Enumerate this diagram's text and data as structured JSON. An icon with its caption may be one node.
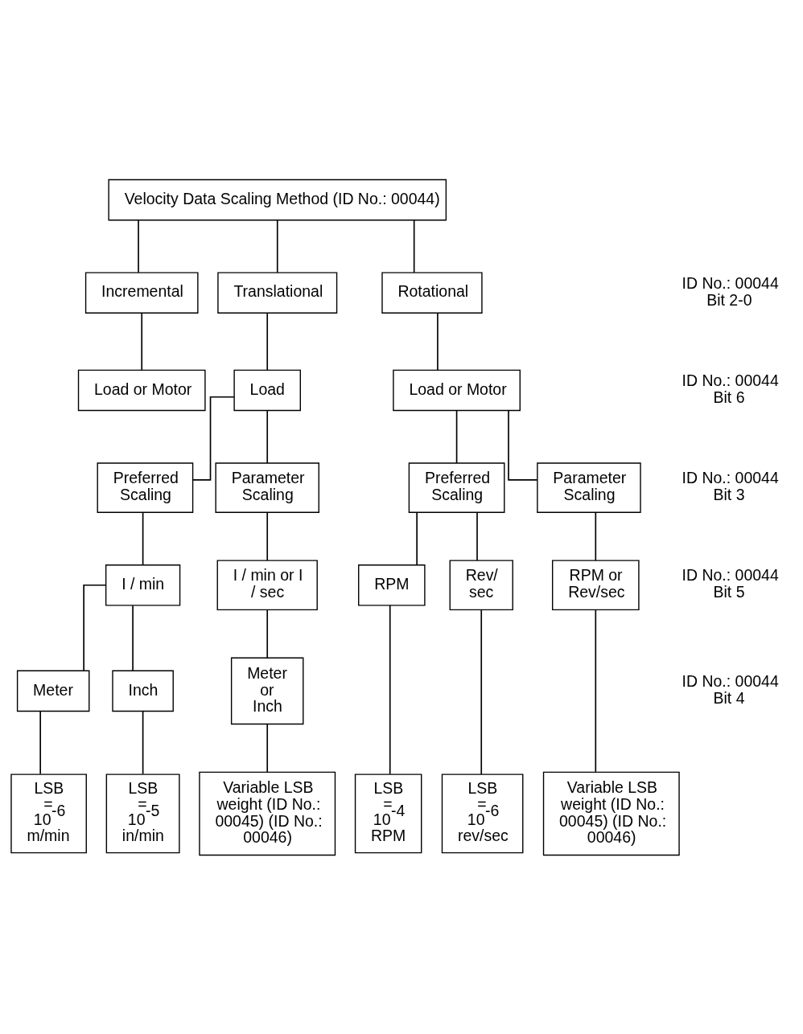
{
  "diagram": {
    "nodes": [
      {
        "text": [
          "Velocity Data Scaling Method (ID No.: 00044)"
        ]
      },
      {
        "text": [
          "Incremental"
        ]
      },
      {
        "text": [
          "Translational"
        ]
      },
      {
        "text": [
          "Rotational"
        ]
      },
      {
        "text": [
          "Load or Motor"
        ]
      },
      {
        "text": [
          "Load"
        ]
      },
      {
        "text": [
          "Load or Motor"
        ]
      },
      {
        "text": [
          "Preferred Scaling"
        ]
      },
      {
        "text": [
          "Parameter Scaling"
        ]
      },
      {
        "text": [
          "Preferred Scaling"
        ]
      },
      {
        "text": [
          "Parameter Scaling"
        ]
      },
      {
        "text": [
          "I / min"
        ]
      },
      {
        "text": [
          "I / min or I / sec"
        ]
      },
      {
        "text": [
          "RPM"
        ]
      },
      {
        "text": [
          "Rev/ sec"
        ]
      },
      {
        "text": [
          "RPM or Rev/sec"
        ]
      },
      {
        "text": [
          "Meter"
        ]
      },
      {
        "text": [
          "Inch"
        ]
      },
      {
        "text": [
          "Meter or Inch"
        ]
      },
      {
        "text": [
          "LSB = 10$^{-6}$ m/min"
        ]
      },
      {
        "text": [
          "LSB = 10$^{-5}$ in/min"
        ]
      },
      {
        "text": [
          "Variable LSB weight (ID No.: 00045) (ID No.: 00046)"
        ]
      },
      {
        "text": [
          "LSB = 10$^{-4}$ RPM"
        ]
      },
      {
        "text": [
          "LSB = 10$^{-6}$ rev/sec"
        ]
      },
      {
        "text": [
          "Variable LSB weight (ID No.: 00045) (ID No.: 00046)"
        ]
      }
    ],
    "edges": [
      {
        "from": 0,
        "to": 1,
        "arrow": "none"
      },
      {
        "from": 0,
        "to": 2,
        "arrow": "none"
      },
      {
        "from": 0,
        "to": 3,
        "arrow": "none"
      },
      {
        "from": 1,
        "to": 4,
        "arrow": "none"
      },
      {
        "from": 2,
        "to": 5,
        "arrow": "none"
      },
      {
        "from": 3,
        "to": 6,
        "arrow": "none"
      },
      {
        "from": 5,
        "to": 7,
        "arrow": "none"
      },
      {
        "from": 5,
        "to": 8,
        "arrow": "none"
      },
      {
        "from": 6,
        "to": 9,
        "arrow": "none"
      },
      {
        "from": 6,
        "to": 10,
        "arrow": "none"
      },
      {
        "from": 7,
        "to": 11,
        "arrow": "none"
      },
      {
        "from": 8,
        "to": 12,
        "arrow": "none"
      },
      {
        "from": 9,
        "to": 13,
        "arrow": "none"
      },
      {
        "from": 9,
        "to": 14,
        "arrow": "none"
      },
      {
        "from": 10,
        "to": 15,
        "arrow": "none"
      },
      {
        "from": 11,
        "to": 16,
        "arrow": "none"
      },
      {
        "from": 11,
        "to": 17,
        "arrow": "none"
      },
      {
        "from": 12,
        "to": 18,
        "arrow": "none"
      },
      {
        "from": 13,
        "to": 22,
        "arrow": "none"
      },
      {
        "from": 14,
        "to": 23,
        "arrow": "none"
      },
      {
        "from": 15,
        "to": 24,
        "arrow": "none"
      },
      {
        "from": 16,
        "to": 19,
        "arrow": "none"
      },
      {
        "from": 17,
        "to": 20,
        "arrow": "none"
      },
      {
        "from": 18,
        "to": 21,
        "arrow": "none"
      }
    ],
    "labels": [
      "ID No.: 00044 Bit 2-0",
      "ID No.: 00044 Bit 6",
      "ID No.: 00044 Bit 3",
      "ID No.: 00044 Bit 5",
      "ID No.: 00044 Bit 4"
    ]
  }
}
